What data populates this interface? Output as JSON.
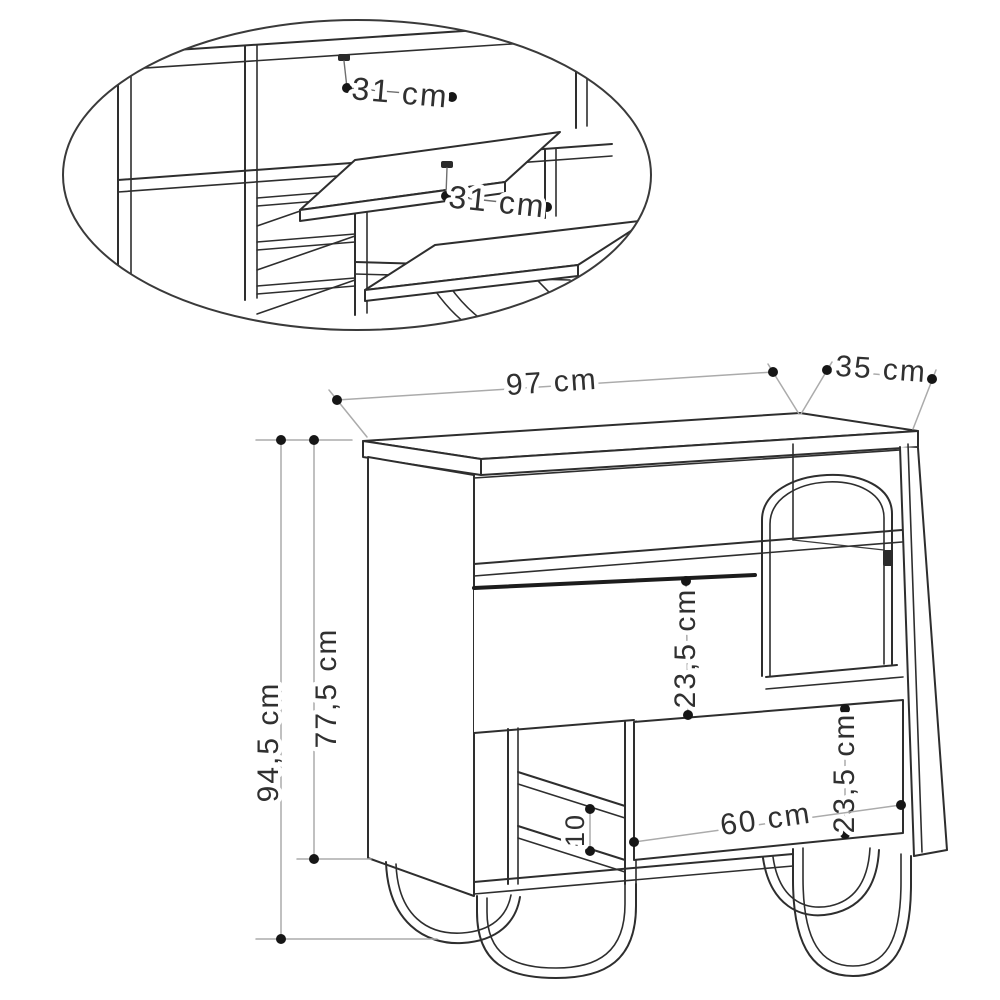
{
  "diagram": {
    "units": "cm",
    "colors": {
      "outline": "#2e2e2e",
      "dimension_line": "#ababab",
      "detail_dimension_line": "#6f6f6f",
      "label": "#303030",
      "background": "#ffffff"
    },
    "detail_view": {
      "dimensions": {
        "upper_flap_depth": "31 cm",
        "lower_flap_depth": "31 cm"
      }
    },
    "main_view": {
      "dimensions": {
        "width": "97 cm",
        "depth": "35 cm",
        "total_height": "94,5 cm",
        "side_height": "77,5 cm",
        "middle_flap_height": "23,5 cm",
        "bottom_flap_height": "23,5 cm",
        "bottom_flap_width": "60 cm",
        "shelf_gap": "10"
      }
    }
  }
}
